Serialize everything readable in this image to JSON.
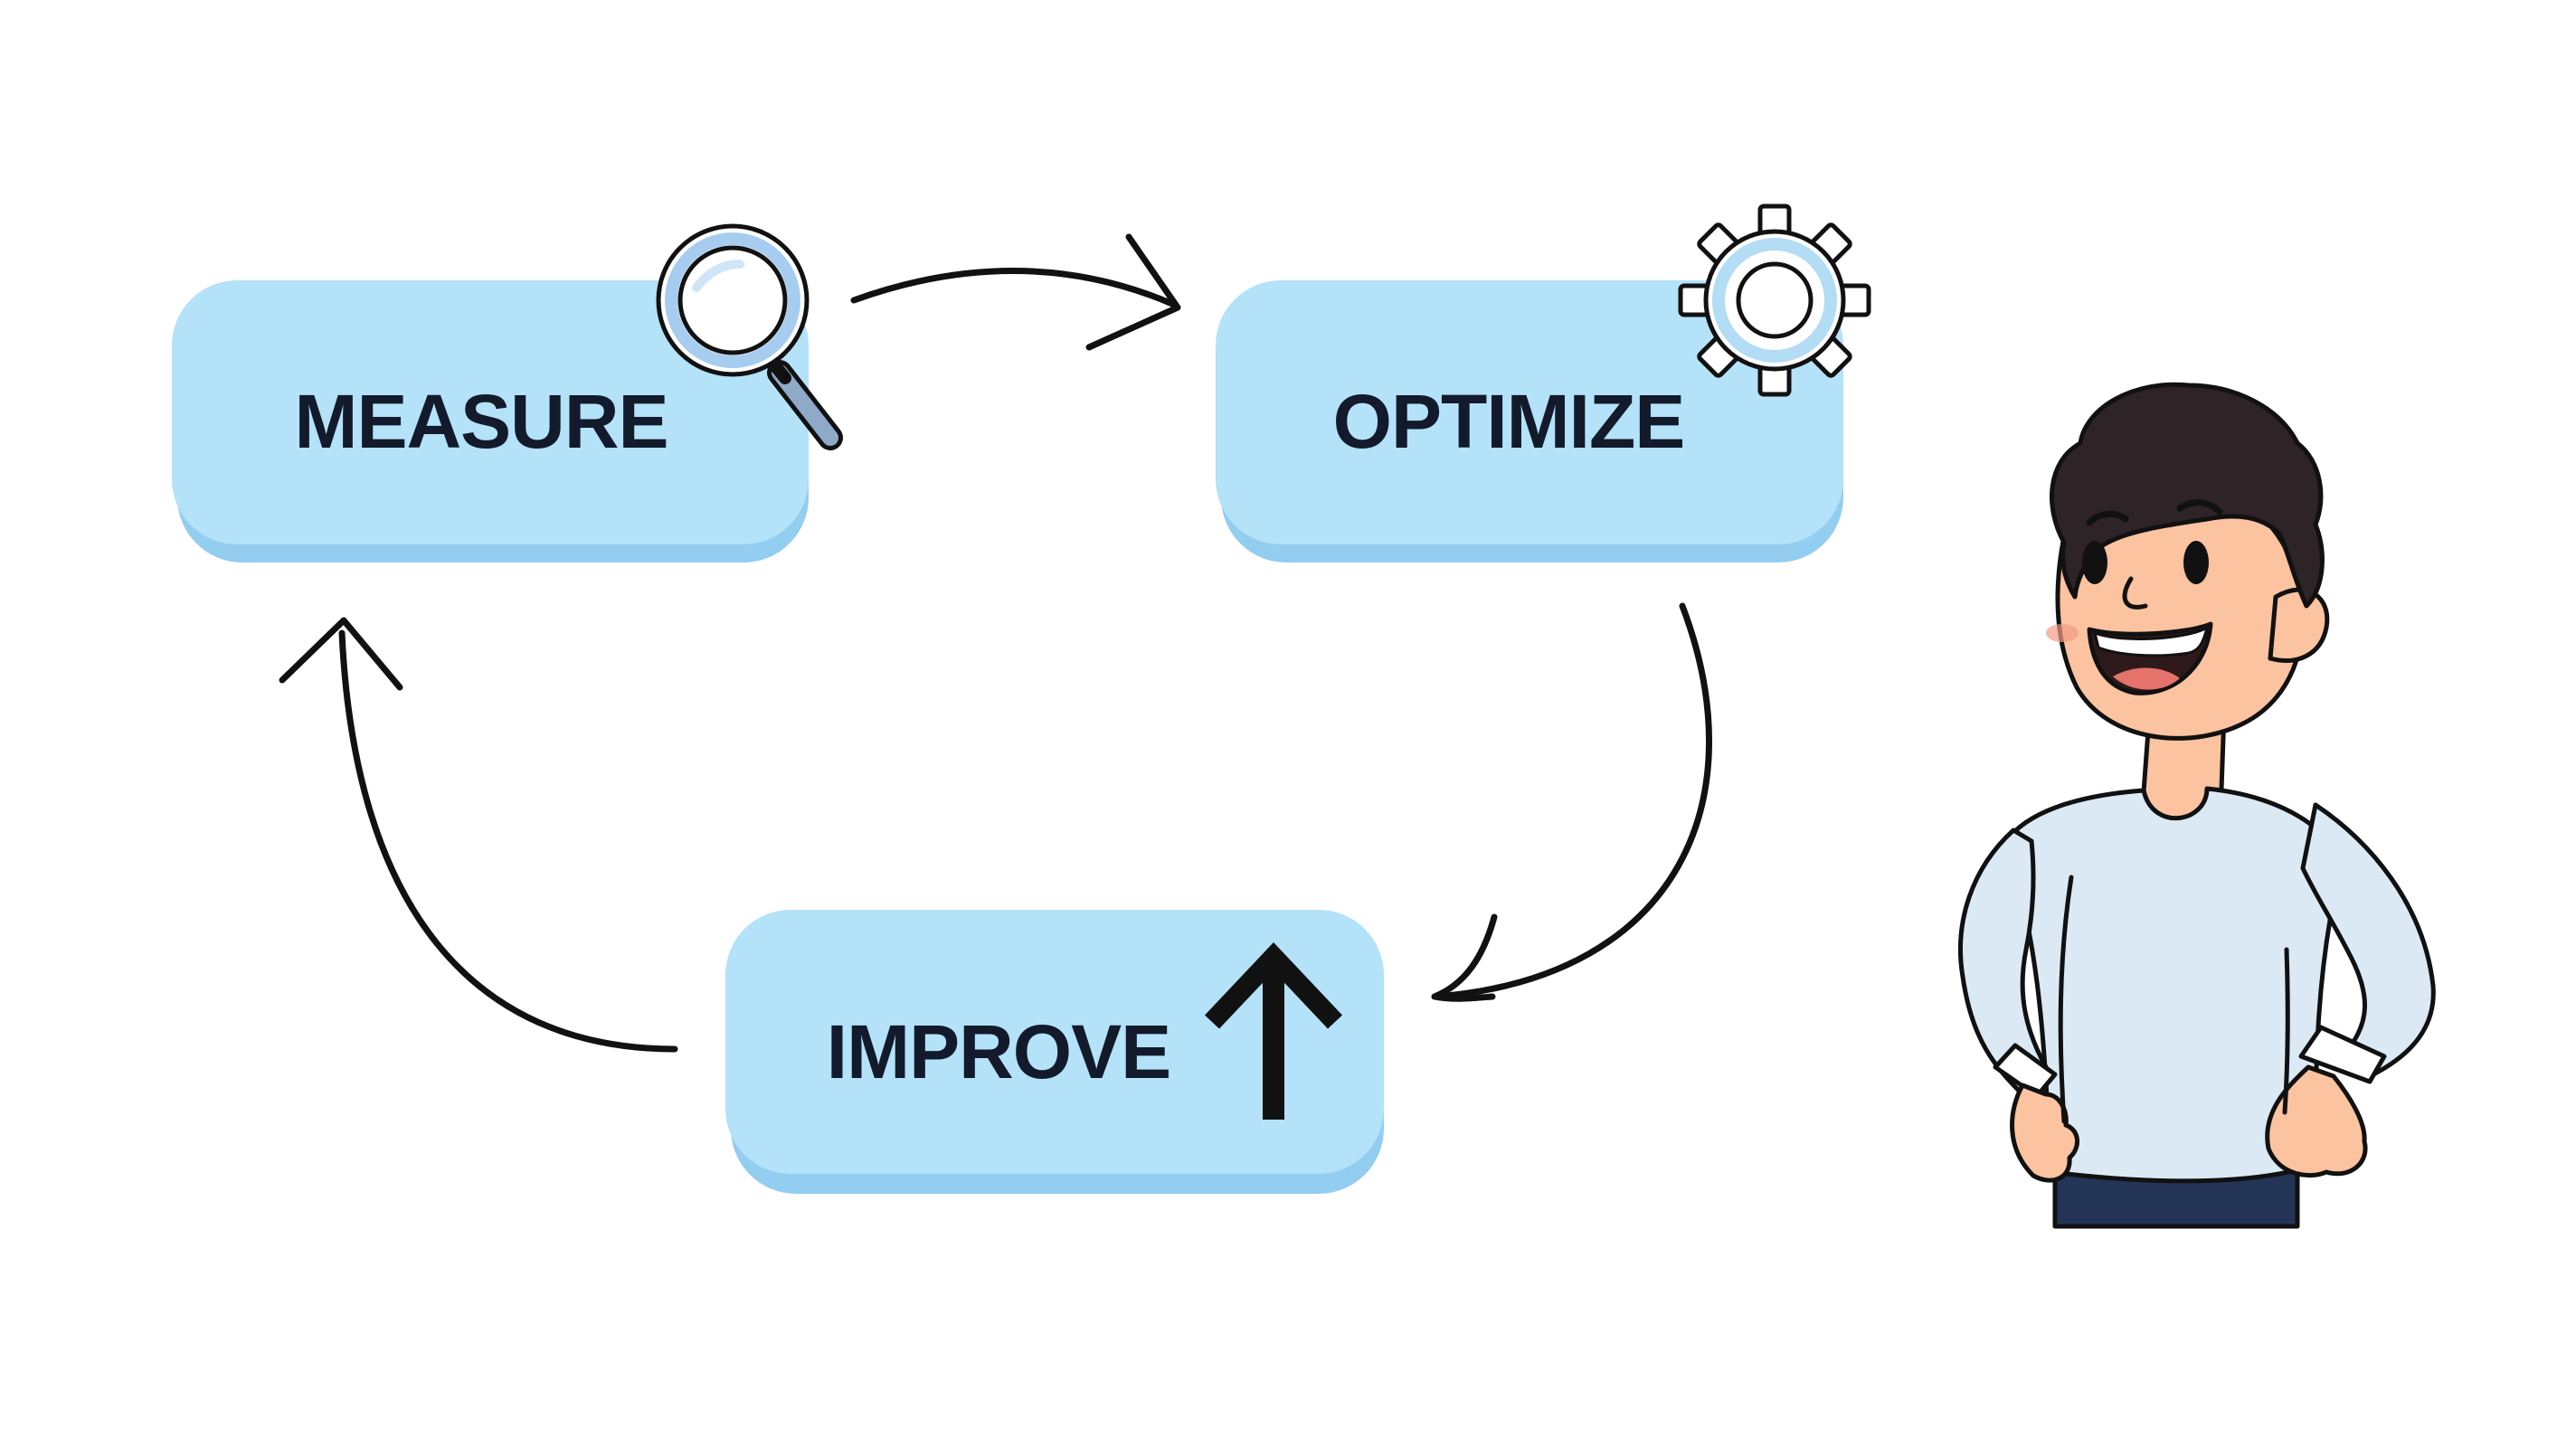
{
  "steps": {
    "measure": {
      "label": "MEASURE",
      "icon": "magnifying-glass-icon"
    },
    "optimize": {
      "label": "OPTIMIZE",
      "icon": "gear-icon"
    },
    "improve": {
      "label": "IMPROVE",
      "icon": "arrow-up-icon"
    }
  },
  "figure": {
    "icon": "smiling-man-illustration"
  },
  "colors": {
    "box_fill": "#b3e2f9",
    "box_shadow": "#93cdf0",
    "text": "#121a2b",
    "stroke": "#111111",
    "skin": "#fbc39f",
    "hair": "#2e2326",
    "shirt": "#dbe9f5",
    "pants": "#243457"
  }
}
